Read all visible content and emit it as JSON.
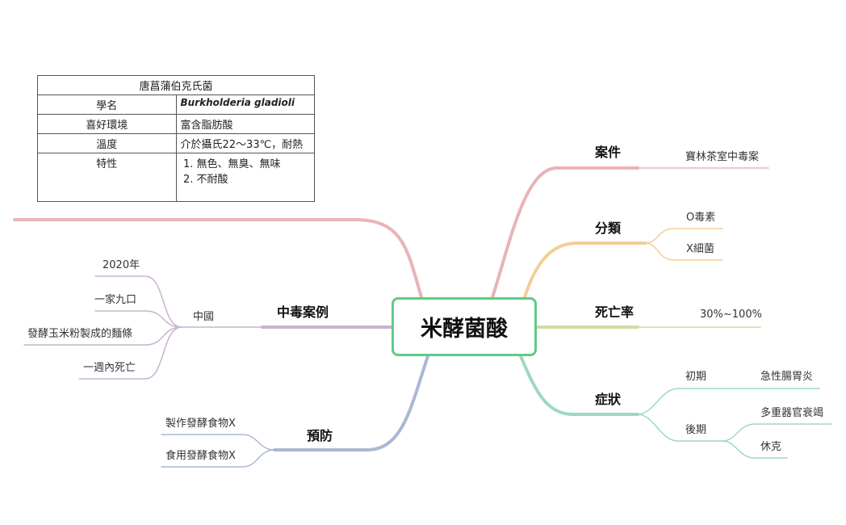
{
  "central": "米酵菌酸",
  "info_table": {
    "title": "唐菖蒲伯克氏菌",
    "rows": [
      {
        "label": "學名",
        "value": "Burkholderia gladioli"
      },
      {
        "label": "喜好環境",
        "value": "富含脂肪酸"
      },
      {
        "label": "溫度",
        "value": "介於攝氏22～33℃，耐熱"
      },
      {
        "label": "特性",
        "items": [
          "無色、無臭、無味",
          "不耐酸"
        ]
      }
    ]
  },
  "branches": {
    "cases": {
      "label": "案件",
      "child": "寶林茶室中毒案",
      "color": "#e8b4b8"
    },
    "classification": {
      "label": "分類",
      "children": [
        "O毒素",
        "X細菌"
      ],
      "color": "#f2cf96"
    },
    "mortality": {
      "label": "死亡率",
      "value": "30%~100%",
      "color": "#d3d8a6"
    },
    "symptoms": {
      "label": "症狀",
      "color": "#9ed8c0",
      "early": {
        "label": "初期",
        "child": "急性腸胃炎"
      },
      "late": {
        "label": "後期",
        "children": [
          "多重器官衰竭",
          "休克"
        ]
      }
    },
    "poison_cases": {
      "label": "中毒案例",
      "color": "#c9b3cf",
      "region": "中國",
      "details": [
        "2020年",
        "一家九口",
        "發酵玉米粉製成的麵條",
        "一週內死亡"
      ]
    },
    "prevention": {
      "label": "預防",
      "color": "#aab8d2",
      "items": [
        "製作發酵食物X",
        "食用發酵食物X"
      ]
    }
  }
}
